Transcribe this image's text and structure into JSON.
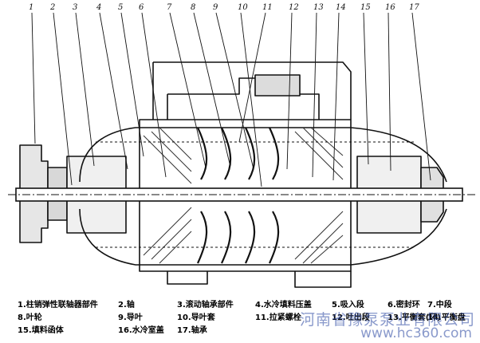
{
  "callouts": [
    "1",
    "2",
    "3",
    "4",
    "5",
    "6",
    "7",
    "8",
    "9",
    "10",
    "11",
    "12",
    "13",
    "14",
    "15",
    "16",
    "17"
  ],
  "legend": [
    {
      "num": "1.",
      "text": "柱销弹性联轴器部件"
    },
    {
      "num": "2.",
      "text": "轴"
    },
    {
      "num": "3.",
      "text": "滚动轴承部件"
    },
    {
      "num": "4.",
      "text": "水冷填料压盖"
    },
    {
      "num": "5.",
      "text": "吸入段"
    },
    {
      "num": "6.",
      "text": "密封环"
    },
    {
      "num": "7.",
      "text": "中段"
    },
    {
      "num": "8.",
      "text": "叶轮"
    },
    {
      "num": "9.",
      "text": "导叶"
    },
    {
      "num": "10.",
      "text": "导叶套"
    },
    {
      "num": "11.",
      "text": "拉紧螺栓"
    },
    {
      "num": "12.",
      "text": "吐出段"
    },
    {
      "num": "13.",
      "text": "平衡套(环)"
    },
    {
      "num": "14.",
      "text": "平衡盘"
    },
    {
      "num": "15.",
      "text": "填料函体"
    },
    {
      "num": "16.",
      "text": "水冷室盖"
    },
    {
      "num": "17.",
      "text": "轴承"
    }
  ],
  "watermark": {
    "company": "河南省豫泵泵业有限公司",
    "url": "www.hc360.com"
  }
}
